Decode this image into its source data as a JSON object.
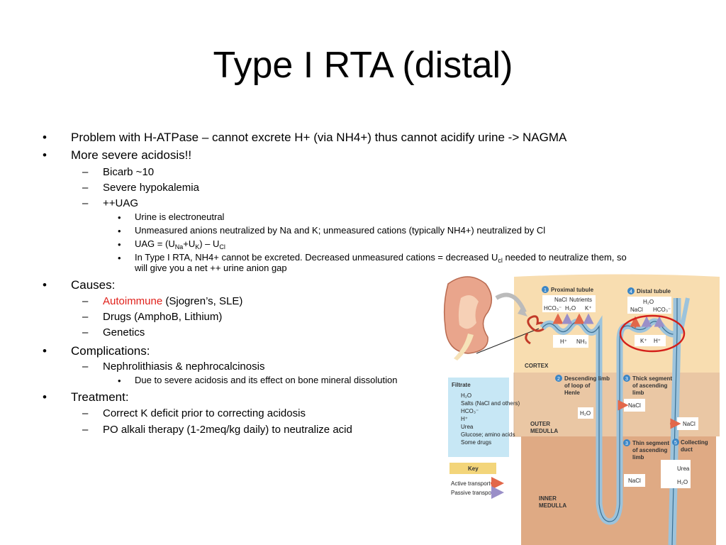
{
  "slide": {
    "title": "Type I RTA (distal)",
    "b1": "Problem with H-ATPase – cannot excrete H+ (via NH4+) thus cannot acidify urine -> NAGMA",
    "b2": "More severe acidosis!!",
    "b2_1": "Bicarb ~10",
    "b2_2": "Severe hypokalemia",
    "b2_3": "++UAG",
    "b2_3_1": "Urine is electroneutral",
    "b2_3_2": "Unmeasured anions neutralized by Na and K; unmeasured cations (typically NH4+) neutralized by Cl",
    "uag": {
      "p1": "UAG = (U",
      "s1": "Na",
      "p2": "+U",
      "s2": "K",
      "p3": ") – U",
      "s3": "Cl"
    },
    "rta": {
      "p1": "In Type I RTA, NH4+ cannot be excreted. Decreased unmeasured cations = decreased U",
      "s1": "cl",
      "p2": " needed to neutralize them, so",
      "line2": "will give you a net ++ urine anion gap"
    },
    "b3": "Causes:",
    "b3_1_red": "Autoimmune",
    "b3_1_rest": " (Sjogren’s, SLE)",
    "b3_2": "Drugs (AmphoB, Lithium)",
    "b3_3": "Genetics",
    "b4": "Complications:",
    "b4_1": "Nephrolithiasis & nephrocalcinosis",
    "b4_1_1": "Due to severe acidosis and its effect on bone mineral dissolution",
    "b5": "Treatment:",
    "b5_1": "Correct K deficit prior to correcting acidosis",
    "b5_2": "PO alkali therapy (1-2meq/kg daily) to neutralize acid"
  },
  "markers": {
    "l1": "•",
    "l2": "–",
    "l3": "•"
  },
  "diagram": {
    "proximal": "Proximal tubule",
    "prox_n1": "1",
    "nacl": "NaCl",
    "nutrients": "Nutrients",
    "hco3": "HCO₃⁻",
    "h2o": "H₂O",
    "kplus": "K⁺",
    "hplus": "H⁺",
    "nh3": "NH₃",
    "distal": "Distal tubule",
    "distal_n": "4",
    "cortex": "CORTEX",
    "desc_n": "2",
    "desc1": "Descending limb",
    "desc2": "of loop of",
    "desc3": "Henle",
    "thick_n": "3",
    "thick1": "Thick segment",
    "thick2": "of ascending",
    "thick3": "limb",
    "outer1": "OUTER",
    "outer2": "MEDULLA",
    "thin_n": "3",
    "thin1": "Thin segment",
    "thin2": "of ascending",
    "thin3": "limb",
    "coll_n": "5",
    "coll1": "Collecting",
    "coll2": "duct",
    "urea": "Urea",
    "inner1": "INNER",
    "inner2": "MEDULLA",
    "filtrate": {
      "title": "Filtrate",
      "items": [
        "H₂O",
        "Salts (NaCl and others)",
        "HCO₃⁻",
        "H⁺",
        "Urea",
        "Glucose; amino acids",
        "Some drugs"
      ]
    },
    "key": "Key",
    "active": "Active transport",
    "passive": "Passive transport"
  }
}
